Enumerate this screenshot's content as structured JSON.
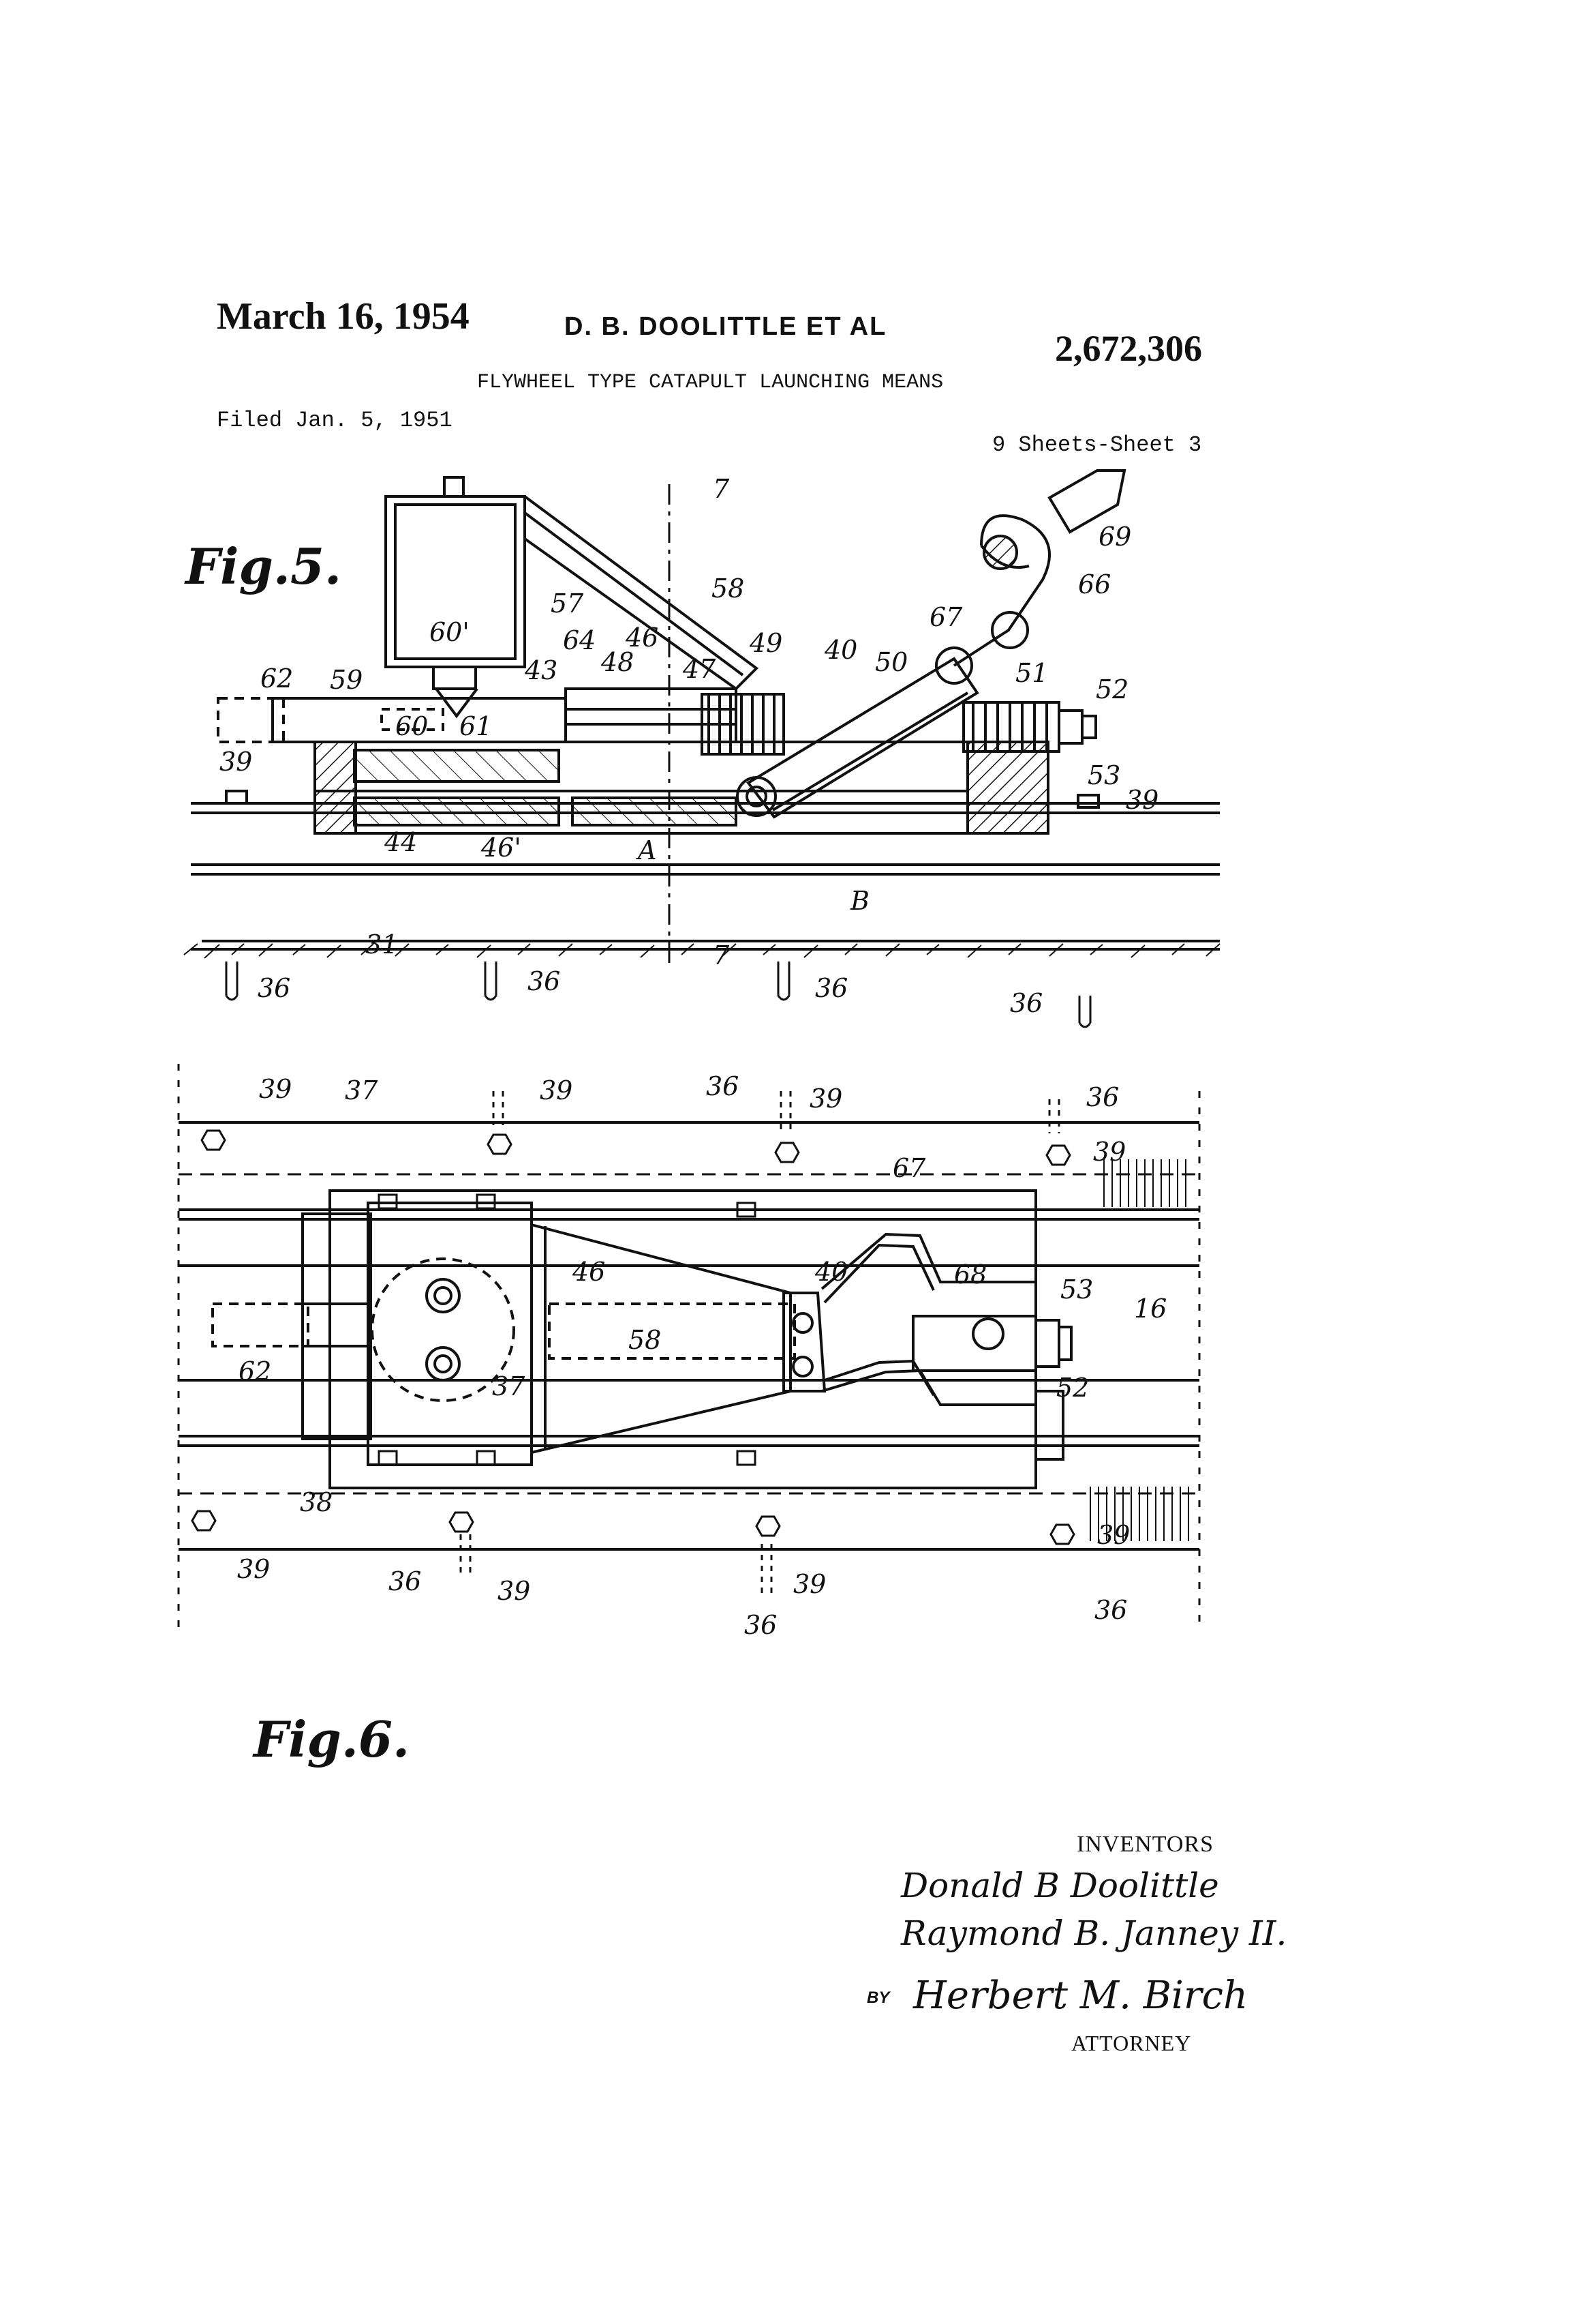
{
  "header": {
    "date": "March 16, 1954",
    "inventor": "D. B. DOOLITTLE ET AL",
    "patent_number": "2,672,306",
    "title": "FLYWHEEL TYPE CATAPULT LAUNCHING MEANS",
    "filed": "Filed Jan. 5, 1951",
    "sheets": "9 Sheets-Sheet 3"
  },
  "figures": {
    "fig5": "Fig.5.",
    "fig6": "Fig.6."
  },
  "fig5_labels": {
    "l7a": "7",
    "l69": "69",
    "l57": "57",
    "l58": "58",
    "l66": "66",
    "l67": "67",
    "l60p": "60'",
    "l64": "64",
    "l46": "46",
    "l49": "49",
    "l40": "40",
    "l50": "50",
    "l62": "62",
    "l59": "59",
    "l43": "43",
    "l48": "48",
    "l47": "47",
    "l51": "51",
    "l52": "52",
    "l60": "60",
    "l61": "61",
    "l39a": "39",
    "l53": "53",
    "l39b": "39",
    "l44": "44",
    "l46p": "46'",
    "lA": "A",
    "lB": "B",
    "l31": "31",
    "l7b": "7",
    "l36a": "36",
    "l36b": "36",
    "l36c": "36",
    "l36d": "36"
  },
  "fig6_labels": {
    "l39a": "39",
    "l37a": "37",
    "l39b": "39",
    "l36a": "36",
    "l39c": "39",
    "l36b": "36",
    "l39d": "39",
    "l67": "67",
    "l46": "46",
    "l40": "40",
    "l68": "68",
    "l53": "53",
    "l16": "16",
    "l58": "58",
    "l62": "62",
    "l37b": "37",
    "l52": "52",
    "l38": "38",
    "l39e": "39",
    "l36c": "36",
    "l39f": "39",
    "l39g": "39",
    "l36d": "36",
    "l39h": "39",
    "l36e": "36"
  },
  "signatures": {
    "inventors_label": "INVENTORS",
    "inventor1": "Donald B Doolittle",
    "inventor2": "Raymond B. Janney II.",
    "by": "BY",
    "attorney_name": "Herbert M. Birch",
    "attorney_label": "ATTORNEY"
  }
}
